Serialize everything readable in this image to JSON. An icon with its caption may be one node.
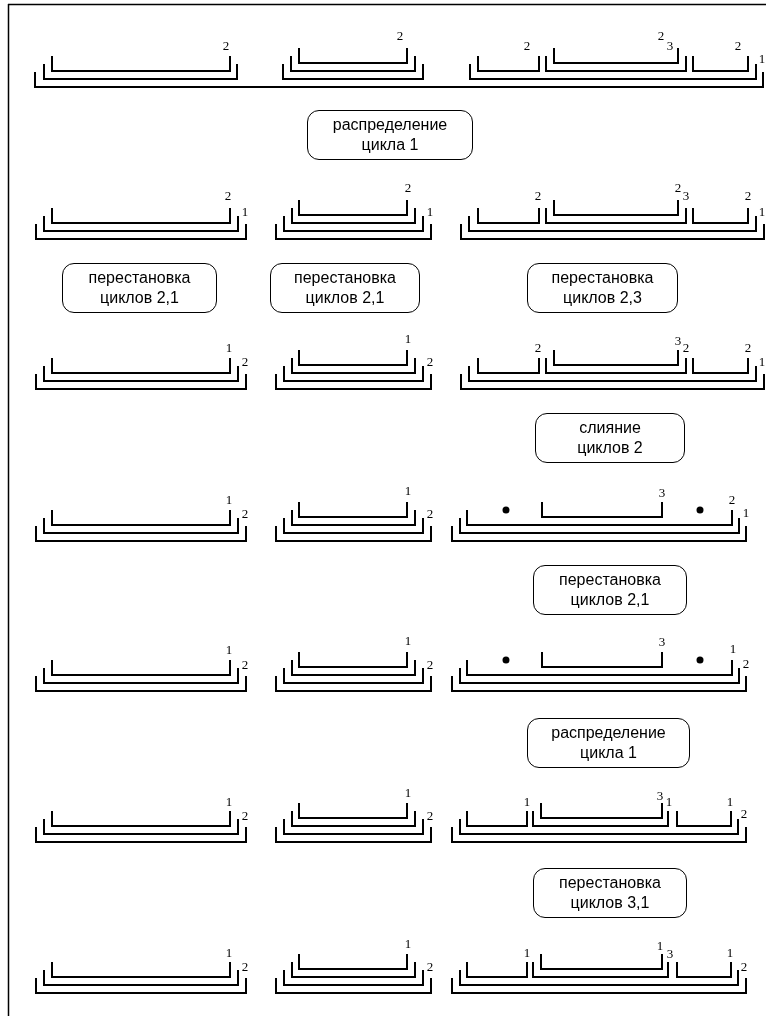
{
  "diagram": {
    "nodes": [
      {
        "text": [
          "распределение цикла 1"
        ]
      },
      {
        "text": [
          "перестановка циклов 2,1"
        ]
      },
      {
        "text": [
          "перестановка циклов 2,1"
        ]
      },
      {
        "text": [
          "перестановка циклов 2,3"
        ]
      },
      {
        "text": [
          "слияние циклов 2"
        ]
      },
      {
        "text": [
          "перестановка циклов 2,1"
        ]
      },
      {
        "text": [
          "распределение цикла 1"
        ]
      },
      {
        "text": [
          "перестановка циклов 3,1"
        ]
      }
    ],
    "labels": [
      "2",
      "2",
      "2",
      "2",
      "3",
      "2",
      "1",
      "2",
      "1",
      "2",
      "1",
      "2",
      "2",
      "3",
      "2",
      "1",
      "1",
      "2",
      "1",
      "2",
      "2",
      "3",
      "2",
      "2",
      "1",
      "1",
      "2",
      "1",
      "2",
      "3",
      "2",
      "1",
      "1",
      "2",
      "1",
      "2",
      "3",
      "1",
      "2",
      "1",
      "2",
      "1",
      "2",
      "1",
      "3",
      "1",
      "1",
      "2",
      "1",
      "2",
      "1",
      "2",
      "1",
      "1",
      "3",
      "1",
      "2"
    ]
  }
}
